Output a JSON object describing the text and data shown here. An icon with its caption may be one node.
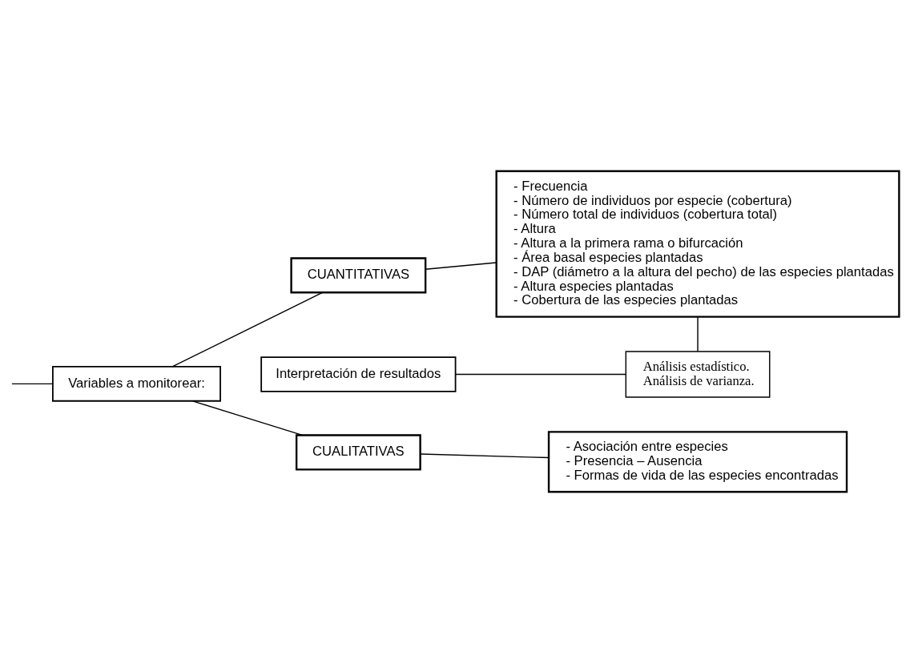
{
  "diagram": {
    "nodes": [
      {
        "text": [
          "Variables a monitorear:"
        ]
      },
      {
        "text": [
          "CUALITATIVAS"
        ]
      },
      {
        "text": [
          "CUANTITATIVAS"
        ]
      },
      {
        "text": [
          "- Asociación entre especies",
          "- Presencia – Ausencia",
          "- Formas de vida de las especies encontradas"
        ]
      },
      {
        "text": [
          "- Frecuencia",
          "- Número de individuos por especie (cobertura)",
          "- Número total de individuos (cobertura total)",
          "- Altura",
          "- Altura a la primera rama o bifurcación",
          "- Área basal especies plantadas",
          "- DAP (diámetro a la altura del pecho) de las especies plantadas",
          "- Altura especies plantadas",
          "- Cobertura de las especies plantadas"
        ]
      },
      {
        "text": [
          "Análisis estadístico.",
          "Análisis de varianza."
        ]
      },
      {
        "text": [
          "Interpretación de resultados"
        ]
      }
    ],
    "edges": [
      {
        "from": null,
        "to": 0,
        "arrow": "none"
      },
      {
        "from": 0,
        "to": 1,
        "arrow": "none"
      },
      {
        "from": 0,
        "to": 2,
        "arrow": "none"
      },
      {
        "from": 1,
        "to": 3,
        "arrow": "none"
      },
      {
        "from": 2,
        "to": 4,
        "arrow": "none"
      },
      {
        "from": 4,
        "to": 5,
        "arrow": "none"
      },
      {
        "from": 5,
        "to": 6,
        "arrow": "none"
      }
    ]
  }
}
